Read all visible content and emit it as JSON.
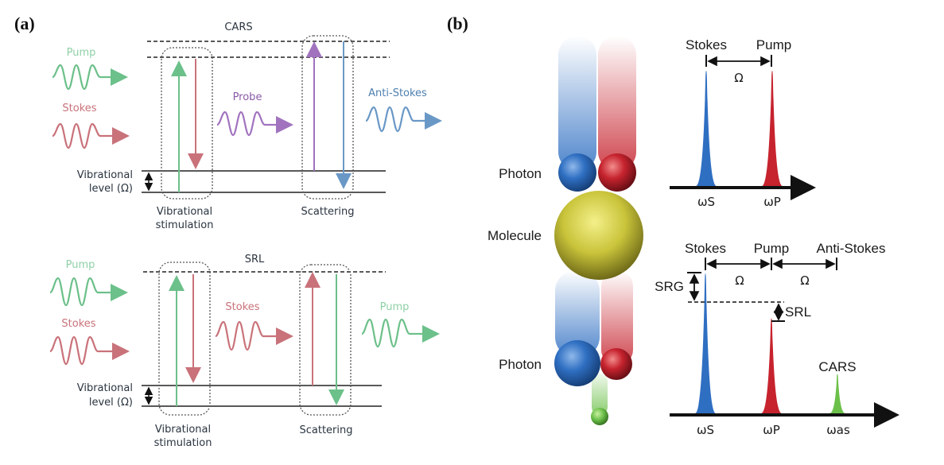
{
  "panel_a": {
    "label": "(a)",
    "cars": {
      "title": "CARS",
      "inputs": [
        {
          "name": "Pump",
          "color": "#6cc08a"
        },
        {
          "name": "Stokes",
          "color": "#c9727a"
        }
      ],
      "middle_wave": {
        "name": "Probe",
        "color": "#a173bf"
      },
      "output_wave": {
        "name": "Anti-Stokes",
        "color": "#6a98c6"
      },
      "level_label_1": "Vibrational",
      "level_label_2": "level (Ω)",
      "box1_label_1": "Vibrational",
      "box1_label_2": "stimulation",
      "box2_label": "Scattering"
    },
    "srl": {
      "title": "SRL",
      "inputs": [
        {
          "name": "Pump",
          "color": "#6cc08a"
        },
        {
          "name": "Stokes",
          "color": "#c9727a"
        }
      ],
      "middle_wave": {
        "name": "Stokes",
        "color": "#c9727a"
      },
      "output_wave": {
        "name": "Pump",
        "color": "#6cc08a"
      },
      "level_label_1": "Vibrational",
      "level_label_2": "level (Ω)",
      "box1_label_1": "Vibrational",
      "box1_label_2": "stimulation",
      "box2_label": "Scattering"
    }
  },
  "panel_b": {
    "label": "(b)",
    "photon_top_label": "Photon",
    "molecule_label": "Molecule",
    "photon_bottom_label": "Photon",
    "colors": {
      "stokes": "#2f6fc2",
      "pump": "#c6232e",
      "molecule": "#c9c43a",
      "anti_stokes": "#6cc04a"
    },
    "spectrum_top": {
      "peaks": [
        {
          "name": "Stokes",
          "axis_label": "ωS",
          "relative_height": 1.0
        },
        {
          "name": "Pump",
          "axis_label": "ωP",
          "relative_height": 1.0
        }
      ],
      "spacing_label": "Ω"
    },
    "spectrum_bottom": {
      "peaks": [
        {
          "name": "Stokes",
          "axis_label": "ωS",
          "relative_height": 1.0
        },
        {
          "name": "Pump",
          "axis_label": "ωP",
          "relative_height": 0.68
        },
        {
          "name": "CARS",
          "axis_label": "ωas",
          "relative_height": 0.28
        }
      ],
      "header_labels": [
        "Stokes",
        "Pump",
        "Anti-Stokes"
      ],
      "spacing_labels": [
        "Ω",
        "Ω"
      ],
      "srg_label": "SRG",
      "srl_label": "SRL",
      "cars_label": "CARS"
    }
  }
}
